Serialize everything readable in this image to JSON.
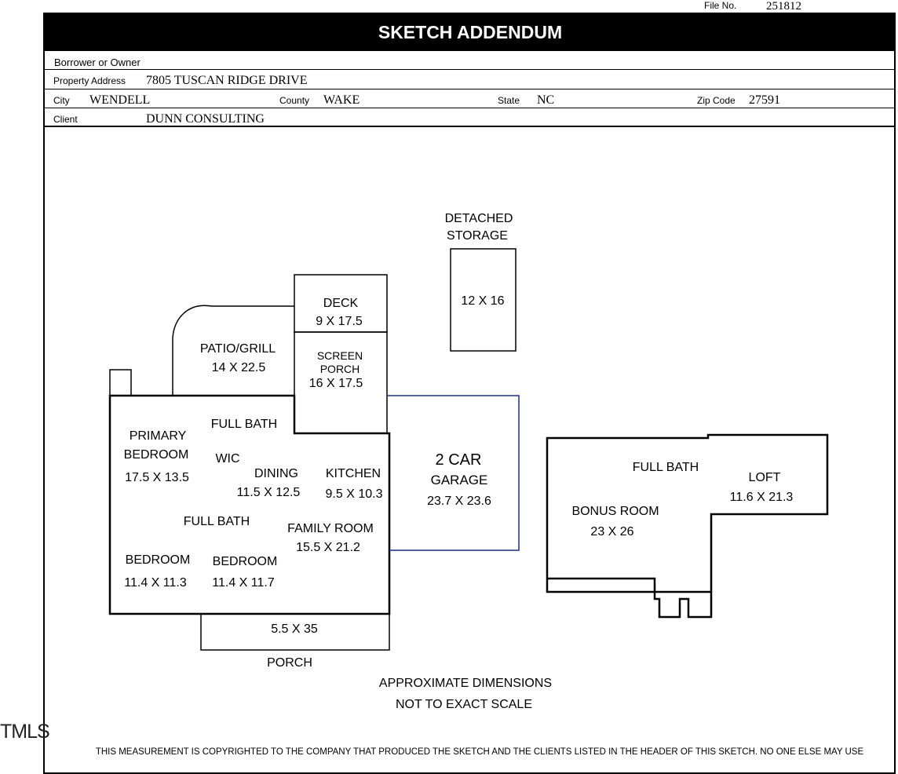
{
  "header": {
    "file_no_label": "File No.",
    "file_no": "251812",
    "title": "SKETCH ADDENDUM"
  },
  "fields": {
    "borrower_label": "Borrower or Owner",
    "borrower_value": "",
    "address_label": "Property Address",
    "address_value": "7805 TUSCAN RIDGE DRIVE",
    "city_label": "City",
    "city_value": "WENDELL",
    "county_label": "County",
    "county_value": "WAKE",
    "state_label": "State",
    "state_value": "NC",
    "zip_label": "Zip Code",
    "zip_value": "27591",
    "client_label": "Client",
    "client_value": "DUNN CONSULTING"
  },
  "sketch": {
    "detached_storage_1": "DETACHED",
    "detached_storage_2": "STORAGE",
    "detached_storage_dim": "12 X 16",
    "deck": "DECK",
    "deck_dim": "9 X 17.5",
    "screen_porch_1": "SCREEN",
    "screen_porch_2": "PORCH",
    "screen_porch_dim": "16 X 17.5",
    "patio": "PATIO/GRILL",
    "patio_dim": "14 X 22.5",
    "primary_1": "PRIMARY",
    "primary_2": "BEDROOM",
    "primary_dim": "17.5 X 13.5",
    "full_bath_top": "FULL BATH",
    "wic": "WIC",
    "dining": "DINING",
    "dining_dim": "11.5 X 12.5",
    "kitchen": "KITCHEN",
    "kitchen_dim": "9.5 X 10.3",
    "full_bath_mid": "FULL BATH",
    "family_room": "FAMILY ROOM",
    "family_room_dim": "15.5 X 21.2",
    "bedroom_a": "BEDROOM",
    "bedroom_a_dim": "11.4 X 11.3",
    "bedroom_b": "BEDROOM",
    "bedroom_b_dim": "11.4 X 11.7",
    "garage_1": "2 CAR",
    "garage_2": "GARAGE",
    "garage_dim": "23.7 X 23.6",
    "porch_dim": "5.5 X 35",
    "porch": "PORCH",
    "upper_full_bath": "FULL BATH",
    "loft": "LOFT",
    "loft_dim": "11.6 X 21.3",
    "bonus_room": "BONUS ROOM",
    "bonus_room_dim": "23 X 26",
    "note_1": "APPROXIMATE DIMENSIONS",
    "note_2": "NOT TO EXACT SCALE"
  },
  "footer": {
    "copyright": "THIS MEASUREMENT IS COPYRIGHTED TO THE COMPANY THAT PRODUCED THE SKETCH AND  THE CLIENTS LISTED IN THE HEADER OF THIS SKETCH. NO ONE ELSE MAY USE",
    "watermark": "TMLS"
  }
}
